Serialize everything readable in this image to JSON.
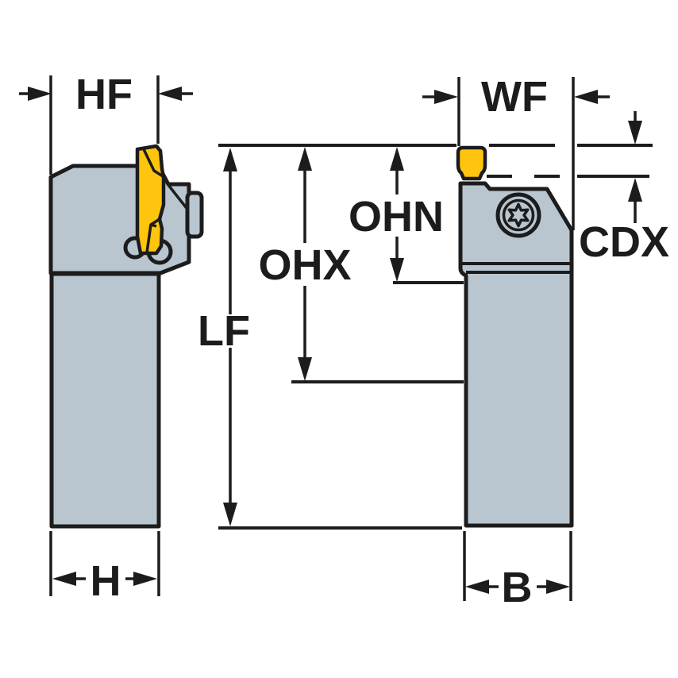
{
  "diagram": {
    "title": "tool-holder-dimension-drawing",
    "labels": {
      "hf": "HF",
      "wf": "WF",
      "ohn": "OHN",
      "ohx": "OHX",
      "lf": "LF",
      "cdx": "CDX",
      "h": "H",
      "b": "B"
    },
    "views": {
      "left_view_dimensions": [
        "HF",
        "LF",
        "OHX",
        "H"
      ],
      "right_view_dimensions": [
        "WF",
        "OHN",
        "CDX",
        "B"
      ]
    },
    "icons": {
      "torx_screw": "torx-star-6-lobe"
    },
    "colors": {
      "insert_yellow": "#FFC40D",
      "body_gray": "#B9C6D0",
      "line_black": "#1C1C1C",
      "background": "#FFFFFF"
    }
  }
}
